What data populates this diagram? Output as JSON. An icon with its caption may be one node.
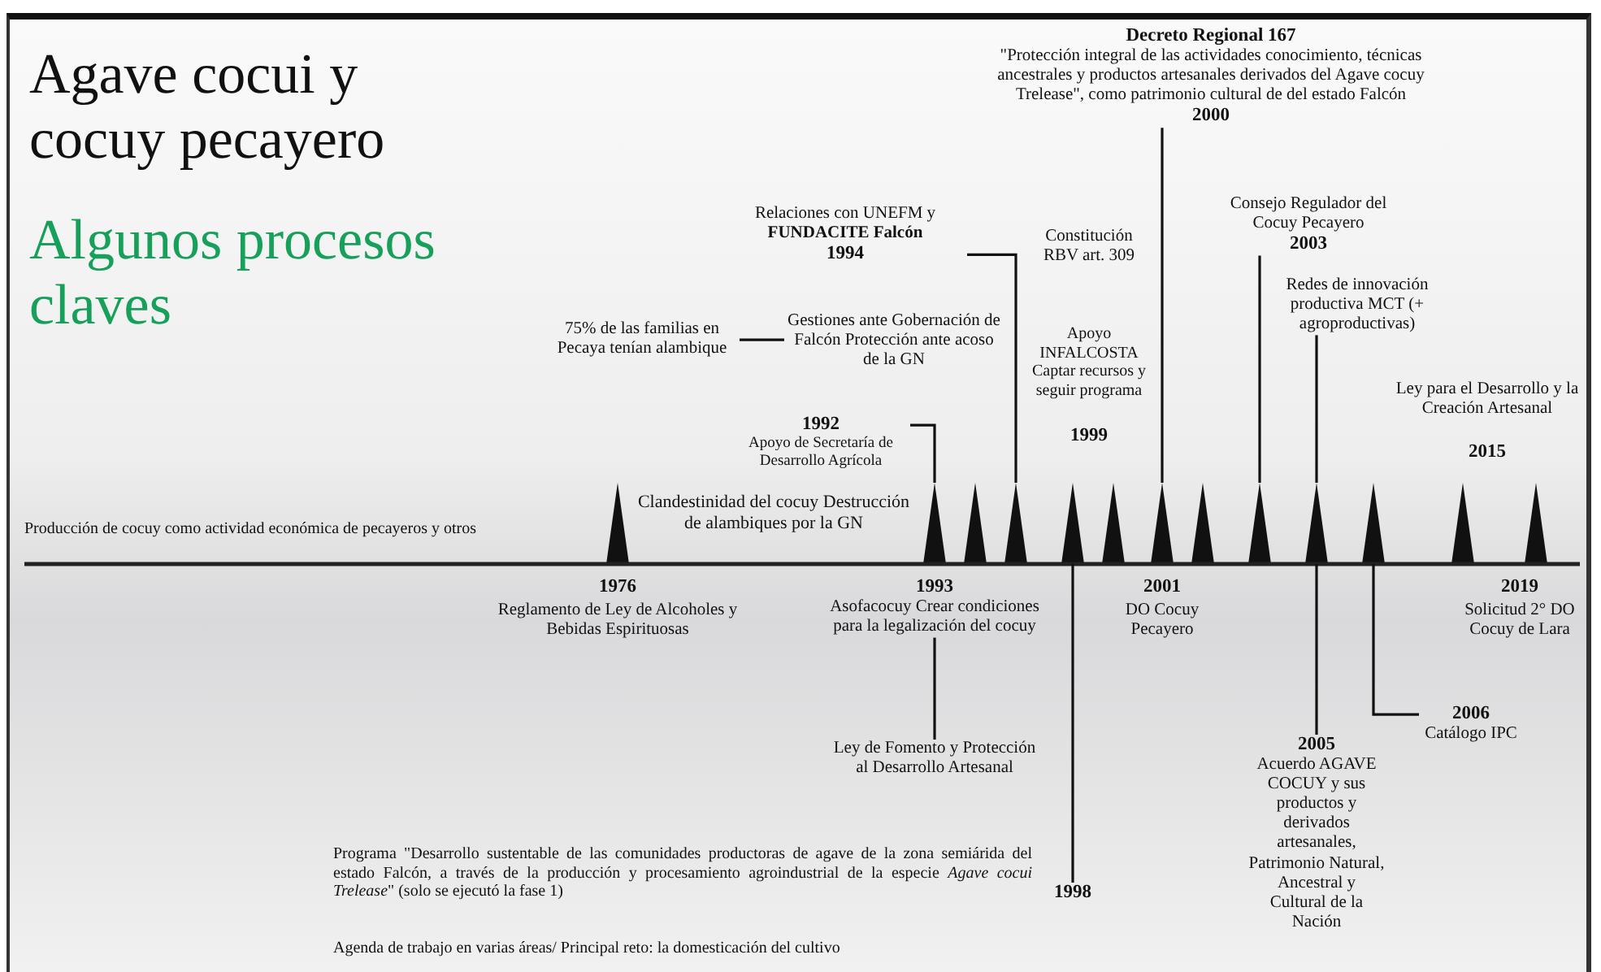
{
  "diagram": {
    "title": "Agave cocui y cocuy pecayero",
    "nodes": [
      {
        "text": [
          "75% de las familias en Pecaya tenían alambique"
        ]
      },
      {
        "text": [
          "Gestiones ante Gobernación de Falcón Protección ante acoso de la GN"
        ]
      },
      {
        "text": [
          "1992",
          "Apoyo de Secretaría de Desarrollo Agrícola"
        ]
      },
      {
        "text": [
          "Relaciones con UNEFM y **FUNDACITE Falcón**",
          "1994"
        ]
      },
      {
        "text": [
          "Decreto Regional 167",
          "\"Protección integral de las actividades conocimiento, técnicas ancestrales y productos artesanales derivados del Agave cocuy Trelease\", como patrimonio cultural de del estado Falcón",
          "2000"
        ]
      },
      {
        "text": [
          "Consejo Regulador del Cocuy Pecayero",
          "2003"
        ]
      },
      {
        "text": [
          "Redes de innovación productiva MCT (+ agroproductivas)"
        ]
      },
      {
        "text": [
          "1993",
          "Asofacocuy Crear condiciones para la legalización del cocuy"
        ]
      },
      {
        "text": [
          "Ley de Fomento y Protección al Desarrollo Artesanal"
        ]
      },
      {
        "text": [
          "1998"
        ]
      },
      {
        "text": [
          "2005",
          "Acuerdo AGAVE COCUY y sus productos y derivados artesanales, Patrimonio Natural, Ancestral y Cultural de la Nación"
        ]
      },
      {
        "text": [
          "2006",
          "Catálogo IPC"
        ]
      },
      {
        "text": [],
        "shape": "triangle",
        "beside": [
          "1976",
          "Reglamento de Ley de Alcoholes y Bebidas Espirituosas"
        ]
      },
      {
        "text": [],
        "shape": "triangle"
      },
      {
        "text": [],
        "shape": "triangle"
      },
      {
        "text": [],
        "shape": "triangle"
      },
      {
        "text": [],
        "shape": "triangle"
      },
      {
        "text": [],
        "shape": "triangle"
      },
      {
        "text": [],
        "shape": "triangle",
        "beside": [
          "2001",
          "DO Cocuy Pecayero"
        ]
      },
      {
        "text": [],
        "shape": "triangle"
      },
      {
        "text": [],
        "shape": "triangle"
      },
      {
        "text": [],
        "shape": "triangle"
      },
      {
        "text": [],
        "shape": "triangle"
      },
      {
        "text": [],
        "shape": "triangle"
      },
      {
        "text": [],
        "shape": "triangle",
        "beside": [
          "2019",
          "Solicitud 2° DO Cocuy de Lara"
        ]
      }
    ],
    "edges": [
      {
        "from": 0,
        "to": 1,
        "arrow": "none"
      },
      {
        "from": 2,
        "to": 13,
        "arrow": "none"
      },
      {
        "from": 3,
        "to": 15,
        "arrow": "none"
      },
      {
        "from": 4,
        "to": 18,
        "arrow": "none"
      },
      {
        "from": 5,
        "to": 20,
        "arrow": "none"
      },
      {
        "from": 6,
        "to": 21,
        "arrow": "none"
      },
      {
        "from": 7,
        "to": 8,
        "arrow": "none"
      },
      {
        "from": 9,
        "to": 16,
        "arrow": "none"
      },
      {
        "from": 10,
        "to": 21,
        "arrow": "none"
      },
      {
        "from": 11,
        "to": 22,
        "arrow": "none"
      }
    ],
    "labels": [
      "Algunos procesos claves",
      "Producción de cocuy como actividad económica de pecayeros y otros",
      "Clandestinidad del cocuy Destrucción de alambiques por la GN",
      "Constitución RBV art. 309",
      "Apoyo INFALCOSTA Captar recursos y seguir programa",
      "1999",
      "Ley para el Desarrollo y la Creación Artesanal",
      "2015",
      "Programa \"Desarrollo sustentable de las comunidades productoras de agave de la zona semiárida del estado Falcón, a través de la producción y procesamiento agroindustrial de la especie *Agave cocui Trelease*\" (solo se ejecutó la fase 1)",
      "Agenda de trabajo en varias áreas/ Principal reto: la domesticación del cultivo"
    ]
  }
}
